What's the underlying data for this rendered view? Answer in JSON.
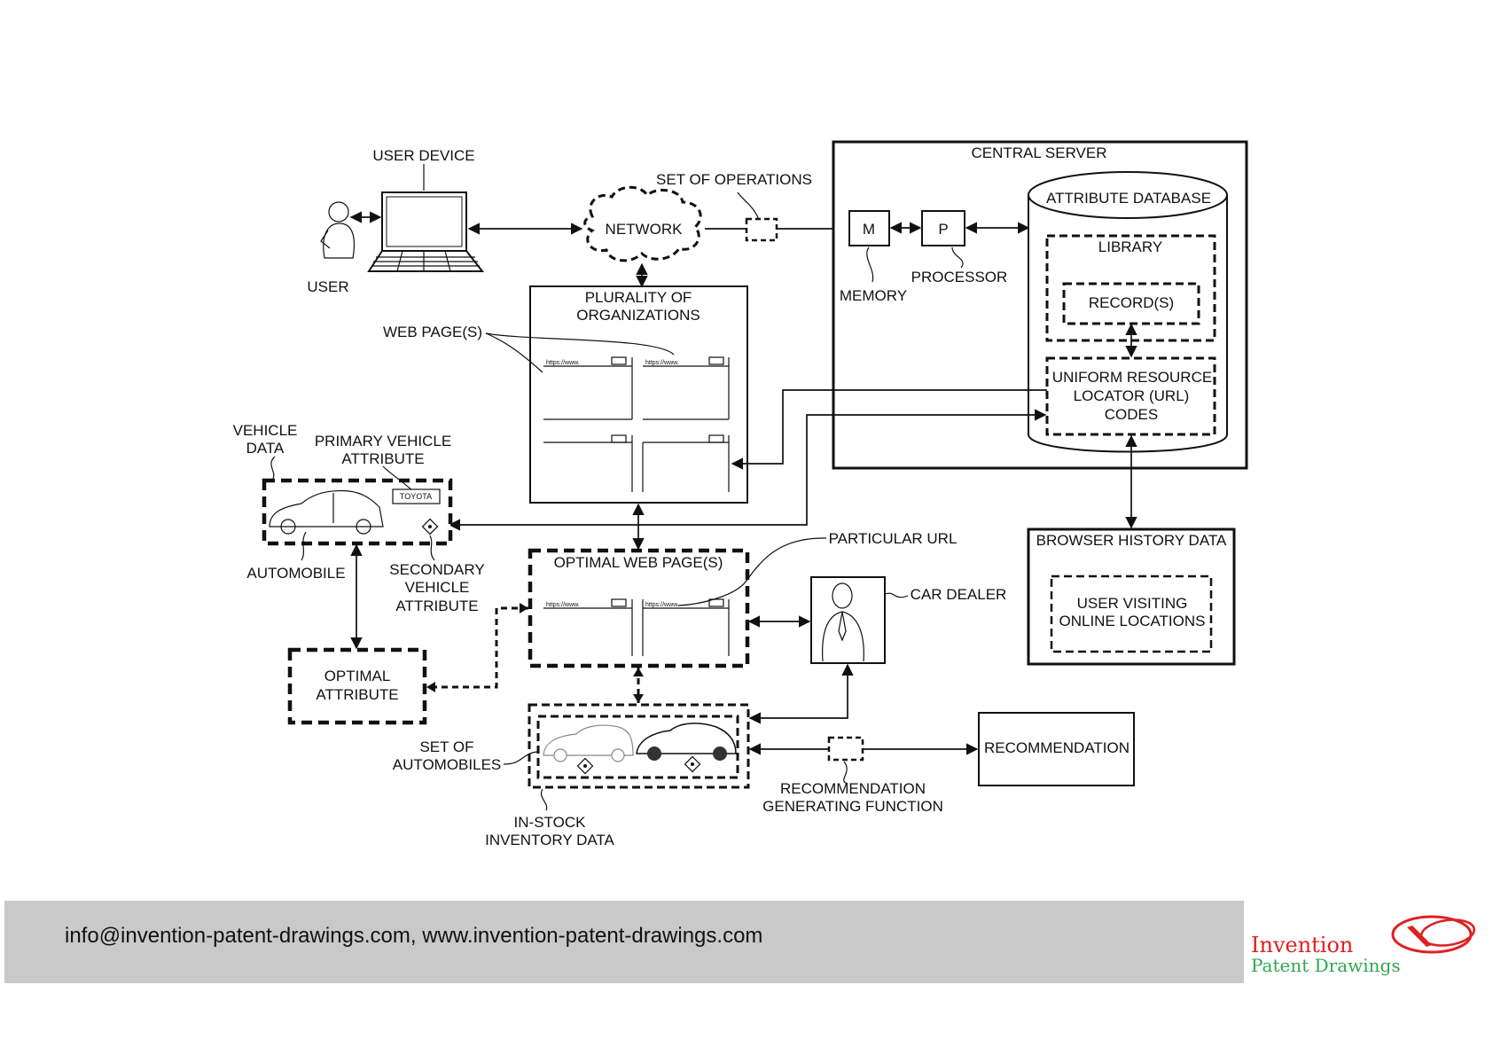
{
  "labels": {
    "user_device": "USER DEVICE",
    "user": "USER",
    "network": "NETWORK",
    "set_of_operations": "SET OF OPERATIONS",
    "central_server": "CENTRAL SERVER",
    "memory_letter": "M",
    "processor_letter": "P",
    "memory": "MEMORY",
    "processor": "PROCESSOR",
    "attribute_database": "ATTRIBUTE DATABASE",
    "library": "LIBRARY",
    "records": "RECORD(S)",
    "url_codes_1": "UNIFORM RESOURCE",
    "url_codes_2": "LOCATOR (URL)",
    "url_codes_3": "CODES",
    "plurality_1": "PLURALITY OF",
    "plurality_2": "ORGANIZATIONS",
    "web_pages": "WEB PAGE(S)",
    "vehicle_data_1": "VEHICLE",
    "vehicle_data_2": "DATA",
    "primary_attr_1": "PRIMARY VEHICLE",
    "primary_attr_2": "ATTRIBUTE",
    "toyota": "TOYOTA",
    "automobile": "AUTOMOBILE",
    "secondary_1": "SECONDARY",
    "secondary_2": "VEHICLE",
    "secondary_3": "ATTRIBUTE",
    "browser_history": "BROWSER HISTORY DATA",
    "user_visiting_1": "USER VISITING",
    "user_visiting_2": "ONLINE LOCATIONS",
    "particular_url": "PARTICULAR URL",
    "optimal_web_pages": "OPTIMAL WEB PAGE(S)",
    "car_dealer": "CAR DEALER",
    "optimal_attr_1": "OPTIMAL",
    "optimal_attr_2": "ATTRIBUTE",
    "set_of_autos_1": "SET OF",
    "set_of_autos_2": "AUTOMOBILES",
    "in_stock_1": "IN-STOCK",
    "in_stock_2": "INVENTORY DATA",
    "recommendation": "RECOMMENDATION",
    "rec_func_1": "RECOMMENDATION",
    "rec_func_2": "GENERATING FUNCTION",
    "url_tiny": "https://www.",
    "url_tiny_2": "https://www."
  },
  "footer": {
    "contact": "info@invention-patent-drawings.com, www.invention-patent-drawings.com"
  },
  "logo": {
    "line1": "Invention",
    "line2": "Patent Drawings",
    "color_red": "#e02020",
    "color_green": "#2fa84f"
  }
}
